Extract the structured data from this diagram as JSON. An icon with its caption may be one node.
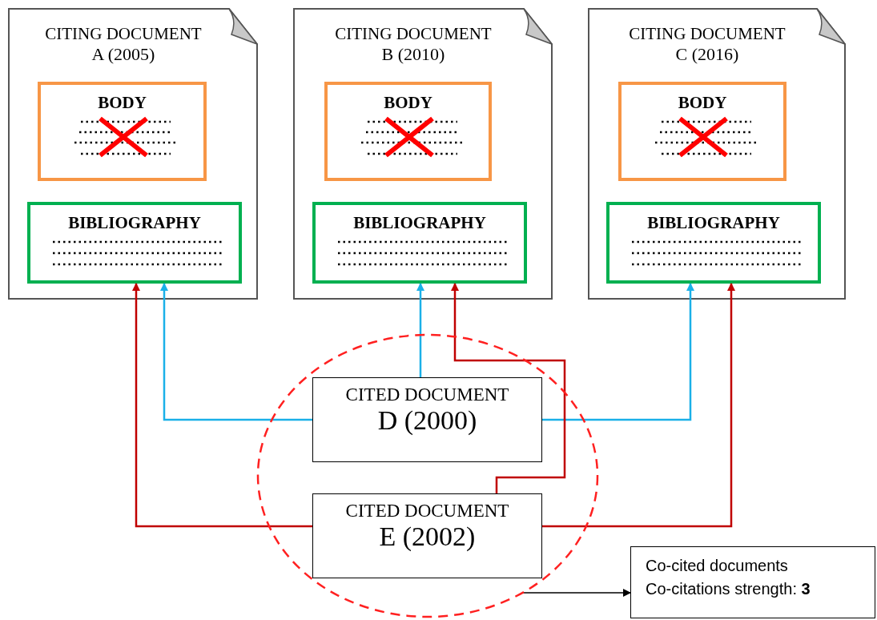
{
  "diagram": {
    "nodes": [
      {
        "text": [
          "CITING DOCUMENT",
          "A (2005)"
        ]
      },
      {
        "text": [
          "BODY"
        ],
        "in": 0
      },
      {
        "text": [
          "BIBLIOGRAPHY"
        ],
        "in": 0
      },
      {
        "text": [
          "CITING DOCUMENT",
          "B (2010)"
        ]
      },
      {
        "text": [
          "BODY"
        ],
        "in": 3
      },
      {
        "text": [
          "BIBLIOGRAPHY"
        ],
        "in": 3
      },
      {
        "text": [
          "CITING DOCUMENT",
          "C (2016)"
        ]
      },
      {
        "text": [
          "BODY"
        ],
        "in": 6
      },
      {
        "text": [
          "BIBLIOGRAPHY"
        ],
        "in": 6
      },
      {
        "text": [],
        "shape": "circle"
      },
      {
        "text": [
          "CITED DOCUMENT",
          "D (2000)"
        ],
        "in": 9
      },
      {
        "text": [
          "CITED DOCUMENT",
          "E (2002)"
        ],
        "in": 9
      },
      {
        "text": [
          "Co-cited documents",
          "Co-citations strength: **3**"
        ]
      }
    ],
    "edges": [
      {
        "from": 10,
        "to": 2,
        "arrow": "to",
        "color": "#1ab0e8"
      },
      {
        "from": 10,
        "to": 5,
        "arrow": "to",
        "color": "#1ab0e8"
      },
      {
        "from": 10,
        "to": 8,
        "arrow": "to",
        "color": "#1ab0e8"
      },
      {
        "from": 11,
        "to": 2,
        "arrow": "to",
        "color": "#c00000"
      },
      {
        "from": 11,
        "to": 5,
        "arrow": "to",
        "color": "#c00000"
      },
      {
        "from": 11,
        "to": 8,
        "arrow": "to",
        "color": "#c00000"
      },
      {
        "from": 9,
        "to": 12,
        "arrow": "to",
        "color": "#000000"
      }
    ]
  }
}
